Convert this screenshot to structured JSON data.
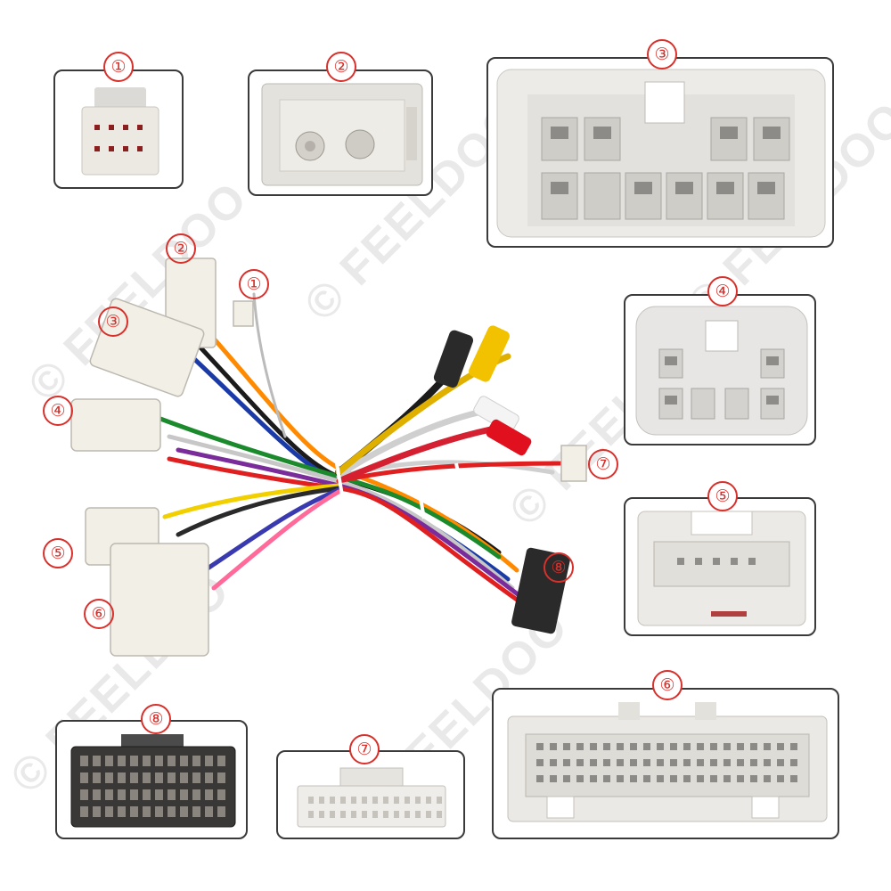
{
  "watermark": "© FEELDOO",
  "connectors": [
    {
      "label": "①"
    },
    {
      "label": "②"
    },
    {
      "label": "③"
    },
    {
      "label": "④"
    },
    {
      "label": "⑤"
    },
    {
      "label": "⑥"
    },
    {
      "label": "⑦"
    },
    {
      "label": "⑧"
    }
  ],
  "colors": {
    "panel_border": "#3a3a3a",
    "number_red": "#d8302b",
    "connector_white": "#f1efe6",
    "connector_gray": "#d9d7d2",
    "connector_black": "#2a2a2a",
    "rca_yellow": "#f2c200",
    "rca_red": "#e0101e"
  }
}
